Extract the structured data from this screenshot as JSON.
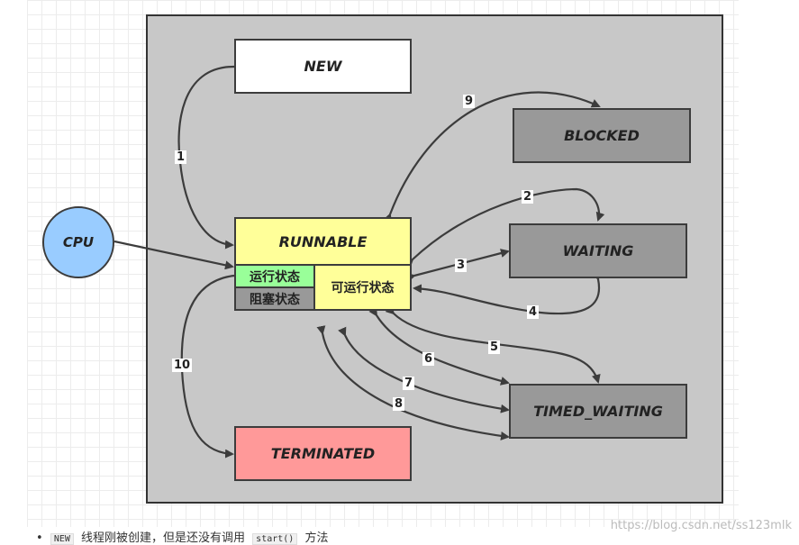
{
  "diagram": {
    "cpu_label": "CPU",
    "states": {
      "new": "NEW",
      "blocked": "BLOCKED",
      "runnable": "RUNNABLE",
      "running": "运行状态",
      "blocking": "阻塞状态",
      "ready": "可运行状态",
      "waiting": "WAITING",
      "timed_waiting": "TIMED_WAITING",
      "terminated": "TERMINATED"
    },
    "transitions": [
      "1",
      "2",
      "3",
      "4",
      "5",
      "6",
      "7",
      "8",
      "9",
      "10"
    ],
    "colors": {
      "canvas": "#c8c8c8",
      "new": "#ffffff",
      "runnable": "#ffff99",
      "running": "#99ff99",
      "blocking": "#999999",
      "gray_state": "#999999",
      "terminated": "#ff9999",
      "cpu": "#99ccff"
    }
  },
  "watermark": "https://blog.csdn.net/ss123mlk",
  "footer": {
    "bullet": "•",
    "code1": "NEW",
    "text1": "线程刚被创建，但是还没有调用",
    "code2": "start()",
    "text2": "方法"
  }
}
